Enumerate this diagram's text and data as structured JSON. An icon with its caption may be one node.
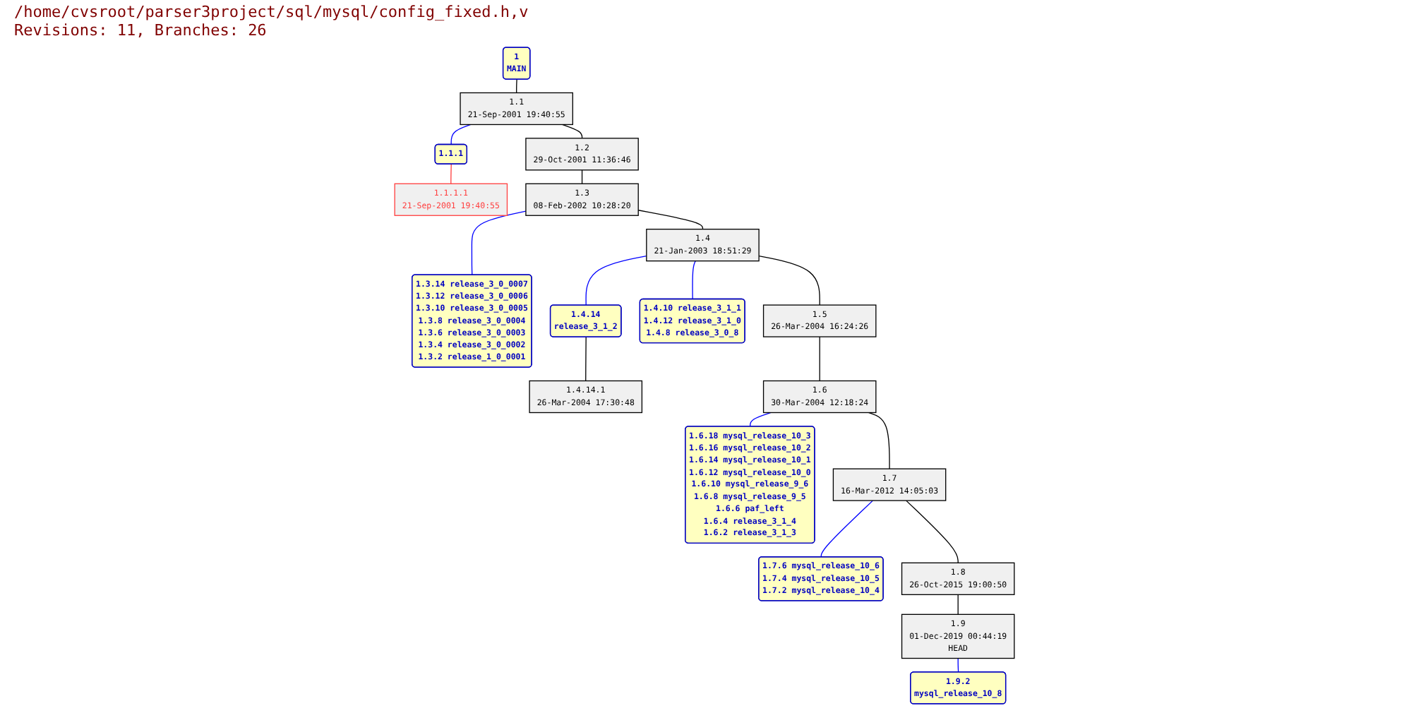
{
  "diagram": {
    "title": "/home/cvsroot/parser3project/sql/mysql/config_fixed.h,v",
    "labels": [
      "Revisions: 11, Branches: 26"
    ],
    "nodes": [
      {
        "text": [
          "1",
          "MAIN"
        ]
      },
      {
        "text": [
          "1.1",
          "21-Sep-2001 19:40:55"
        ]
      },
      {
        "text": [
          "1.1.1"
        ]
      },
      {
        "text": [
          "1.1.1.1",
          "21-Sep-2001 19:40:55"
        ]
      },
      {
        "text": [
          "1.2",
          "29-Oct-2001 11:36:46"
        ]
      },
      {
        "text": [
          "1.3",
          "08-Feb-2002 10:28:20"
        ]
      },
      {
        "text": [
          "1.3.14 release_3_0_0007",
          "1.3.12 release_3_0_0006",
          "1.3.10 release_3_0_0005",
          "1.3.8 release_3_0_0004",
          "1.3.6 release_3_0_0003",
          "1.3.4 release_3_0_0002",
          "1.3.2 release_1_0_0001"
        ]
      },
      {
        "text": [
          "1.4",
          "21-Jan-2003 18:51:29"
        ]
      },
      {
        "text": [
          "1.4.14",
          "release_3_1_2"
        ]
      },
      {
        "text": [
          "1.4.14.1",
          "26-Mar-2004 17:30:48"
        ]
      },
      {
        "text": [
          "1.4.10 release_3_1_1",
          "1.4.12 release_3_1_0",
          "1.4.8 release_3_0_8"
        ]
      },
      {
        "text": [
          "1.5",
          "26-Mar-2004 16:24:26"
        ]
      },
      {
        "text": [
          "1.6",
          "30-Mar-2004 12:18:24"
        ]
      },
      {
        "text": [
          "1.6.18 mysql_release_10_3",
          "1.6.16 mysql_release_10_2",
          "1.6.14 mysql_release_10_1",
          "1.6.12 mysql_release_10_0",
          "1.6.10 mysql_release_9_6",
          "1.6.8 mysql_release_9_5",
          "1.6.6 paf_left",
          "1.6.4 release_3_1_4",
          "1.6.2 release_3_1_3"
        ]
      },
      {
        "text": [
          "1.7",
          "16-Mar-2012 14:05:03"
        ]
      },
      {
        "text": [
          "1.7.6 mysql_release_10_6",
          "1.7.4 mysql_release_10_5",
          "1.7.2 mysql_release_10_4"
        ]
      },
      {
        "text": [
          "1.8",
          "26-Oct-2015 19:00:50"
        ]
      },
      {
        "text": [
          "1.9",
          "01-Dec-2019 00:44:19",
          "HEAD"
        ]
      },
      {
        "text": [
          "1.9.2",
          "mysql_release_10_8"
        ]
      }
    ],
    "edges": [
      {
        "from": 0,
        "to": 1,
        "arrow": "none"
      },
      {
        "from": 1,
        "to": 2,
        "arrow": "none",
        "color": "#0000ff"
      },
      {
        "from": 2,
        "to": 3,
        "arrow": "none",
        "color": "#ff4040"
      },
      {
        "from": 1,
        "to": 4,
        "arrow": "none"
      },
      {
        "from": 4,
        "to": 5,
        "arrow": "none"
      },
      {
        "from": 5,
        "to": 6,
        "arrow": "none",
        "color": "#0000ff"
      },
      {
        "from": 5,
        "to": 7,
        "arrow": "none"
      },
      {
        "from": 7,
        "to": 8,
        "arrow": "none",
        "color": "#0000ff"
      },
      {
        "from": 8,
        "to": 9,
        "arrow": "none"
      },
      {
        "from": 7,
        "to": 10,
        "arrow": "none",
        "color": "#0000ff"
      },
      {
        "from": 7,
        "to": 11,
        "arrow": "none"
      },
      {
        "from": 11,
        "to": 12,
        "arrow": "none"
      },
      {
        "from": 12,
        "to": 13,
        "arrow": "none",
        "color": "#0000ff"
      },
      {
        "from": 12,
        "to": 14,
        "arrow": "none"
      },
      {
        "from": 14,
        "to": 15,
        "arrow": "none",
        "color": "#0000ff"
      },
      {
        "from": 14,
        "to": 16,
        "arrow": "none"
      },
      {
        "from": 16,
        "to": 17,
        "arrow": "none"
      },
      {
        "from": 17,
        "to": 18,
        "arrow": "none",
        "color": "#0000ff"
      }
    ]
  }
}
